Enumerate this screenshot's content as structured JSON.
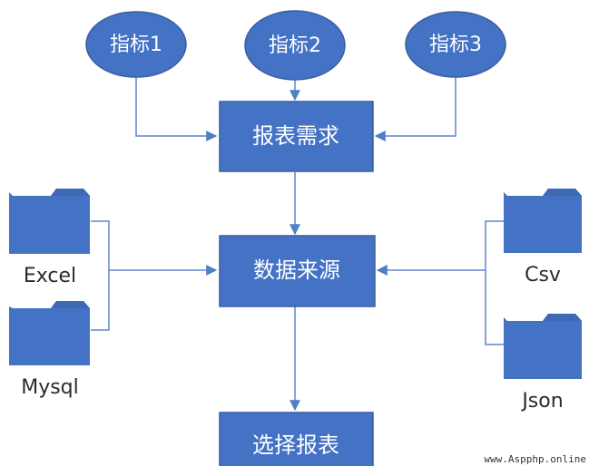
{
  "indicators": [
    {
      "label": "指标1"
    },
    {
      "label": "指标2"
    },
    {
      "label": "指标3"
    }
  ],
  "process": {
    "requirement": "报表需求",
    "data_source": "数据来源",
    "select_report": "选择报表"
  },
  "sources_left": [
    {
      "label": "Excel"
    },
    {
      "label": "Mysql"
    }
  ],
  "sources_right": [
    {
      "label": "Csv"
    },
    {
      "label": "Json"
    }
  ],
  "watermark": "www.Aspphp.online",
  "colors": {
    "node_fill": "#4472c4",
    "node_stroke": "#3a5f9f",
    "connector": "#5b87c7",
    "folder_body": "#4472c4",
    "folder_tab": "#3f69b5"
  }
}
